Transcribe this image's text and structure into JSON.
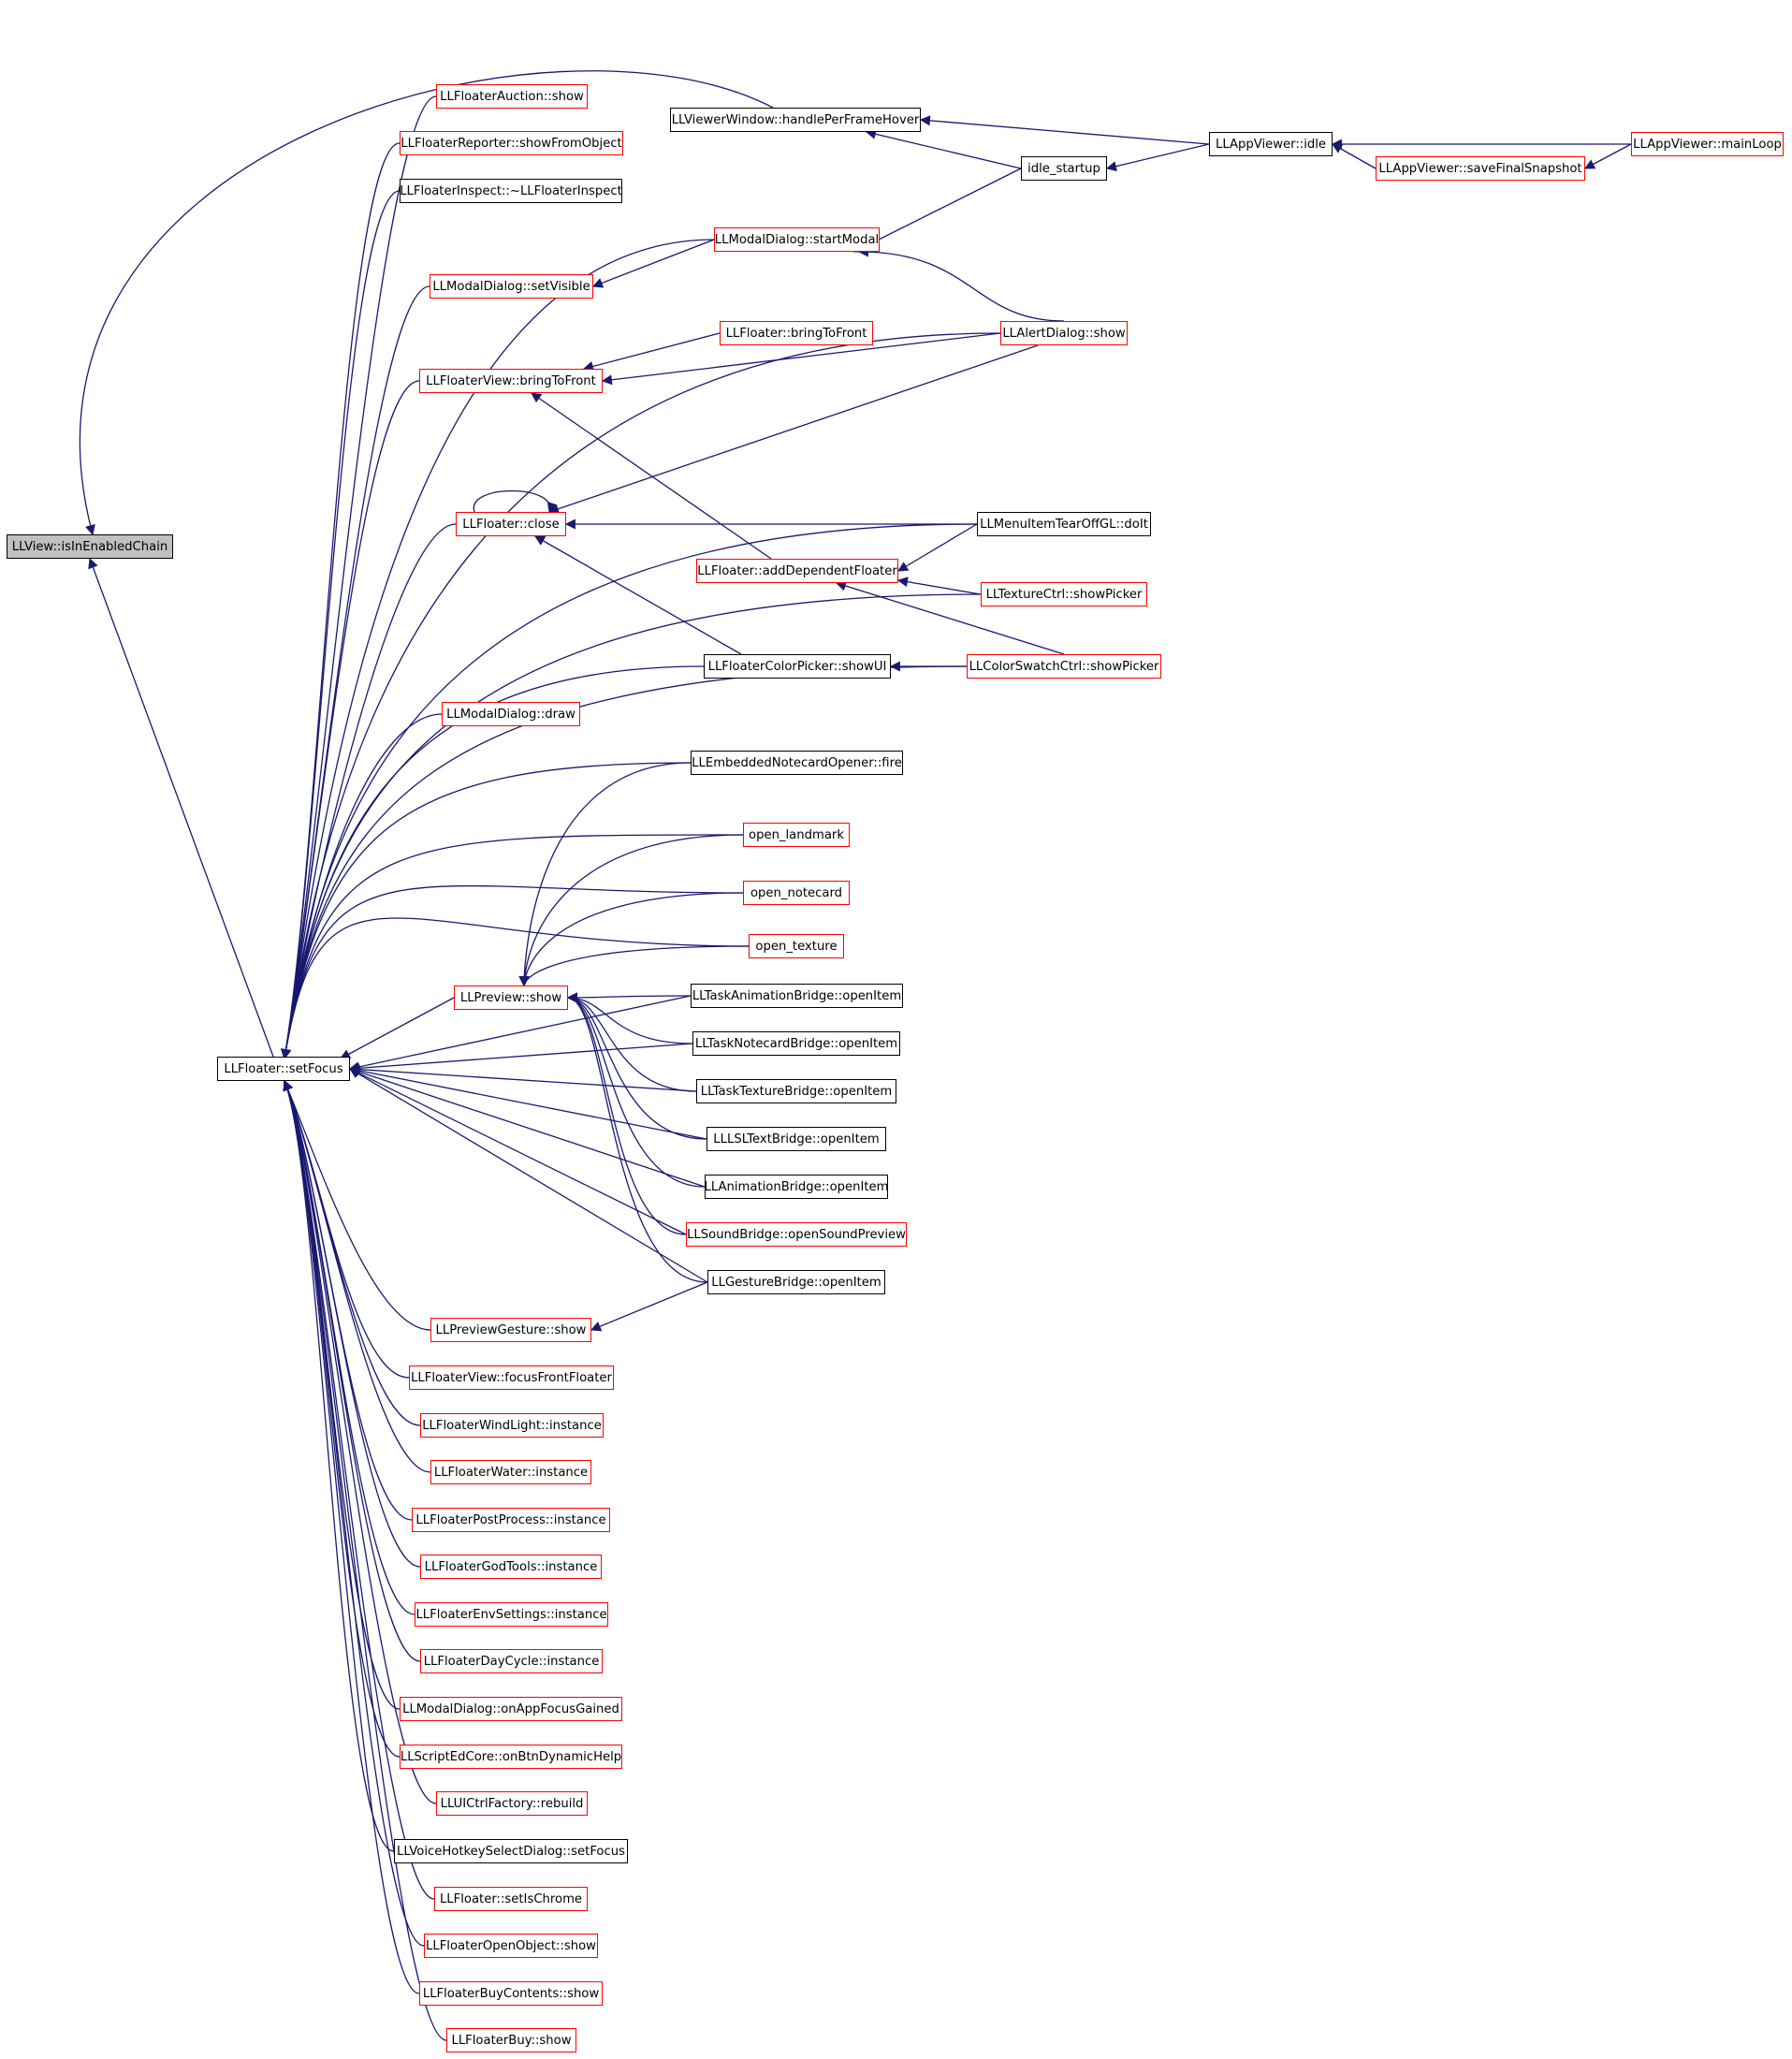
{
  "colors": {
    "edge": "#191970",
    "node_border_default": "#000000",
    "node_border_highlight": "#ff0000",
    "root_fill": "#c0c0c0"
  },
  "nodes": {
    "isInEnabledChain": "LLView::isInEnabledChain",
    "setFocus": "LLFloater::setFocus",
    "auctionShow": "LLFloaterAuction::show",
    "reporterShow": "LLFloaterReporter::showFromObject",
    "inspectDtor": "LLFloaterInspect::~LLFloaterInspect",
    "modalSetVisible": "LLModalDialog::setVisible",
    "floaterViewBringToFront": "LLFloaterView::bringToFront",
    "floaterClose": "LLFloater::close",
    "modalDraw": "LLModalDialog::draw",
    "previewShow": "LLPreview::show",
    "previewGestureShow": "LLPreviewGesture::show",
    "focusFrontFloater": "LLFloaterView::focusFrontFloater",
    "windLight": "LLFloaterWindLight::instance",
    "water": "LLFloaterWater::instance",
    "postProcess": "LLFloaterPostProcess::instance",
    "godTools": "LLFloaterGodTools::instance",
    "envSettings": "LLFloaterEnvSettings::instance",
    "dayCycle": "LLFloaterDayCycle::instance",
    "onAppFocusGained": "LLModalDialog::onAppFocusGained",
    "dynamicHelp": "LLScriptEdCore::onBtnDynamicHelp",
    "rebuild": "LLUICtrlFactory::rebuild",
    "voiceHotkey": "LLVoiceHotkeySelectDialog::setFocus",
    "setIsChrome": "LLFloater::setIsChrome",
    "openObject": "LLFloaterOpenObject::show",
    "buyContents": "LLFloaterBuyContents::show",
    "buyShow": "LLFloaterBuy::show",
    "handleHover": "LLViewerWindow::handlePerFrameHover",
    "startModal": "LLModalDialog::startModal",
    "floaterBringToFront": "LLFloater::bringToFront",
    "addDependent": "LLFloater::addDependentFloater",
    "colorPickerShowUI": "LLFloaterColorPicker::showUI",
    "embeddedFire": "LLEmbeddedNotecardOpener::fire",
    "openLandmark": "open_landmark",
    "openNotecard": "open_notecard",
    "openTexture": "open_texture",
    "taskAnim": "LLTaskAnimationBridge::openItem",
    "taskNotecard": "LLTaskNotecardBridge::openItem",
    "taskTexture": "LLTaskTextureBridge::openItem",
    "lslText": "LLLSLTextBridge::openItem",
    "animBridge": "LLAnimationBridge::openItem",
    "soundBridge": "LLSoundBridge::openSoundPreview",
    "gestureBridge": "LLGestureBridge::openItem",
    "idleStartup": "idle_startup",
    "alertShow": "LLAlertDialog::show",
    "tearOff": "LLMenuItemTearOffGL::doIt",
    "textureShowPicker": "LLTextureCtrl::showPicker",
    "swatchShowPicker": "LLColorSwatchCtrl::showPicker",
    "appIdle": "LLAppViewer::idle",
    "saveSnapshot": "LLAppViewer::saveFinalSnapshot",
    "mainLoop": "LLAppViewer::mainLoop"
  }
}
